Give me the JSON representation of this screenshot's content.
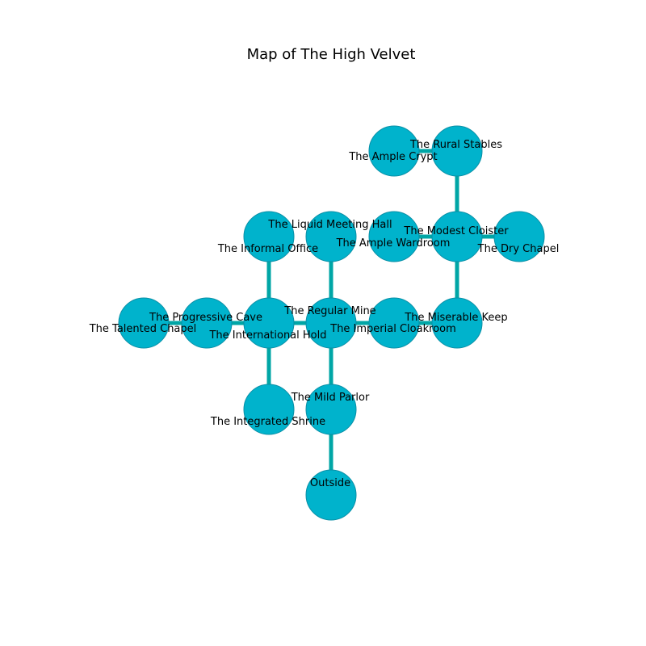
{
  "title": "Map of The High Velvet",
  "colors": {
    "node_fill": "#00b3cc",
    "node_stroke": "#0a8fa6",
    "edge": "#00a6a6",
    "text": "#000000",
    "background": "#ffffff"
  },
  "rooms": [
    {
      "id": "ample_crypt",
      "name": "The Ample Crypt"
    },
    {
      "id": "rural_stables",
      "name": "The Rural Stables"
    },
    {
      "id": "informal_office",
      "name": "The Informal Office"
    },
    {
      "id": "liquid_meeting_hall",
      "name": "The Liquid Meeting Hall"
    },
    {
      "id": "ample_wardroom",
      "name": "The Ample Wardroom"
    },
    {
      "id": "modest_cloister",
      "name": "The Modest Cloister"
    },
    {
      "id": "dry_chapel",
      "name": "The Dry Chapel"
    },
    {
      "id": "talented_chapel",
      "name": "The Talented Chapel"
    },
    {
      "id": "progressive_cave",
      "name": "The Progressive Cave"
    },
    {
      "id": "international_hold",
      "name": "The International Hold"
    },
    {
      "id": "regular_mine",
      "name": "The Regular Mine"
    },
    {
      "id": "imperial_cloakroom",
      "name": "The Imperial Cloakroom"
    },
    {
      "id": "miserable_keep",
      "name": "The Miserable Keep"
    },
    {
      "id": "integrated_shrine",
      "name": "The Integrated Shrine"
    },
    {
      "id": "mild_parlor",
      "name": "The Mild Parlor"
    },
    {
      "id": "outside",
      "name": "Outside"
    }
  ],
  "connections": [
    [
      "ample_crypt",
      "rural_stables"
    ],
    [
      "rural_stables",
      "modest_cloister"
    ],
    [
      "ample_wardroom",
      "modest_cloister"
    ],
    [
      "modest_cloister",
      "dry_chapel"
    ],
    [
      "modest_cloister",
      "miserable_keep"
    ],
    [
      "informal_office",
      "international_hold"
    ],
    [
      "liquid_meeting_hall",
      "regular_mine"
    ],
    [
      "talented_chapel",
      "progressive_cave"
    ],
    [
      "progressive_cave",
      "international_hold"
    ],
    [
      "international_hold",
      "regular_mine"
    ],
    [
      "regular_mine",
      "imperial_cloakroom"
    ],
    [
      "imperial_cloakroom",
      "miserable_keep"
    ],
    [
      "international_hold",
      "integrated_shrine"
    ],
    [
      "regular_mine",
      "mild_parlor"
    ],
    [
      "mild_parlor",
      "outside"
    ]
  ]
}
